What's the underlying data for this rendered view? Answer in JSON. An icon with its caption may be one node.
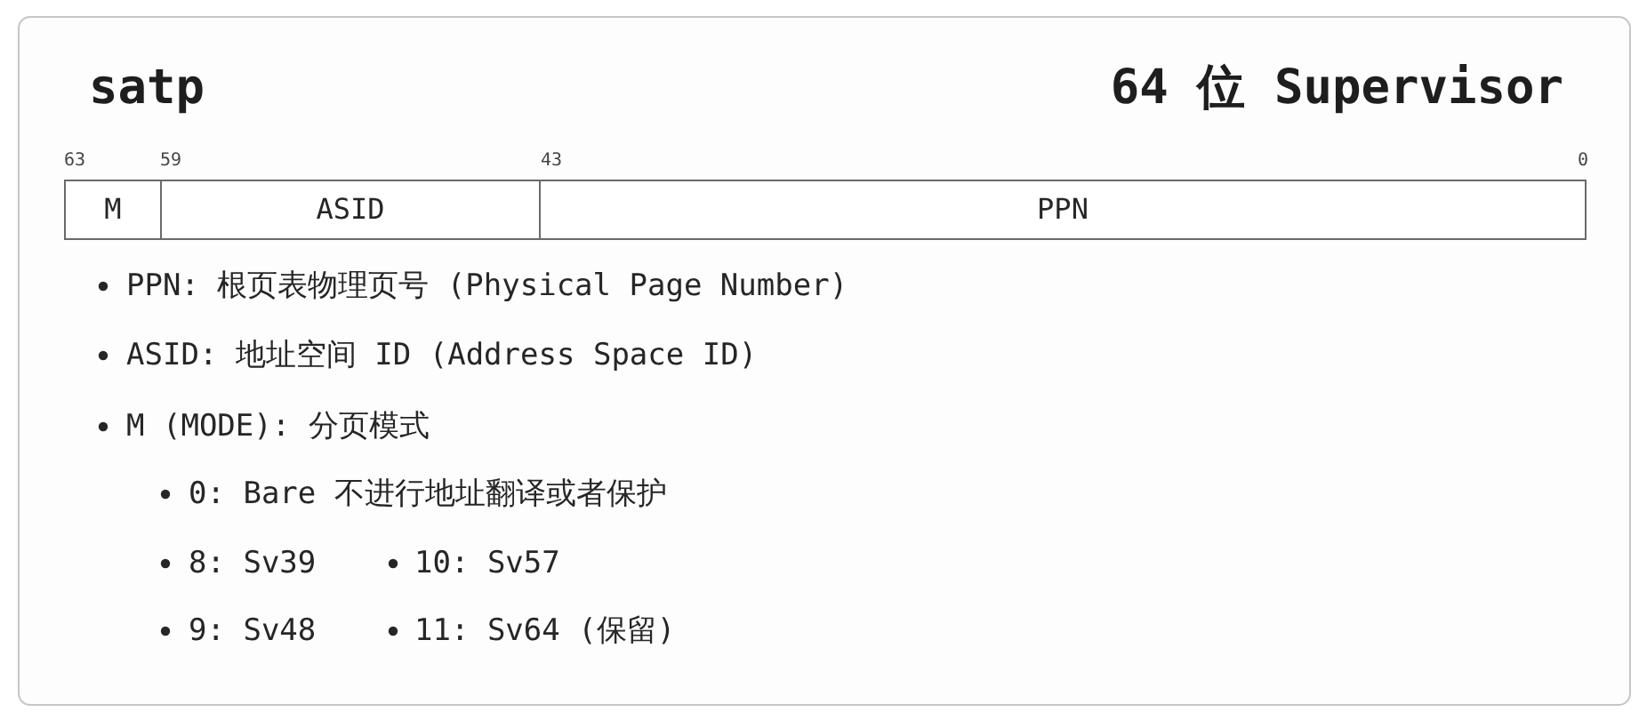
{
  "diagram": {
    "nodes": [
      {
        "text": [
          "satp",
          "64 位 Supervisor"
        ]
      },
      {
        "text": [
          "M"
        ],
        "in": 0
      },
      {
        "text": [
          "ASID"
        ],
        "in": 0
      },
      {
        "text": [
          "PPN"
        ],
        "in": 0
      }
    ],
    "labels": [
      "63",
      "59",
      "43",
      "0",
      "PPN: 根页表物理页号 (Physical Page Number)",
      "ASID: 地址空间 ID (Address Space ID)",
      "M (MODE): 分页模式",
      "0: Bare 不进行地址翻译或者保护",
      "8: Sv39",
      "10: Sv57",
      "9: Sv48",
      "11: Sv64 (保留)"
    ]
  }
}
